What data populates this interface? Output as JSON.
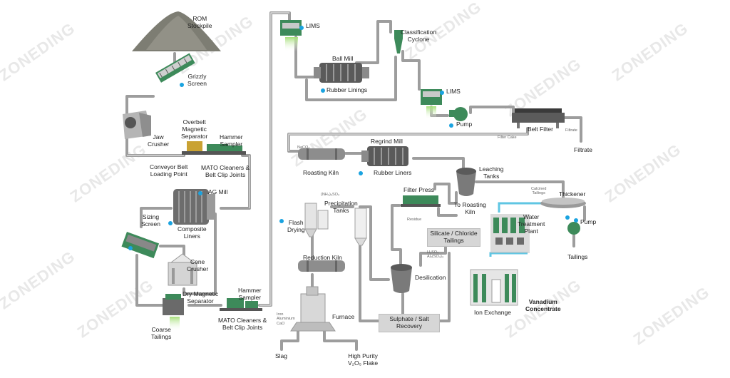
{
  "watermark": "ZONEDING",
  "labels": {
    "rom": "ROM\nStockpile",
    "grizzly": "Grizzly\nScreen",
    "jaw": "Jaw\nCrusher",
    "overbelt": "Overbelt\nMagnetic\nSeparator",
    "hammer1": "Hammer\nSampler",
    "conveyor": "Conveyor Belt\nLoading Point",
    "mato1": "MATO Cleaners &\nBelt Clip Joints",
    "agmill": "AG Mill",
    "composite": "Composite\nLiners",
    "sizing": "Sizing\nScreen",
    "cone": "Cone\nCrusher",
    "drymag": "Dry Magnetic\nSeparator",
    "coarse": "Coarse\nTailings",
    "hammer2": "Hammer\nSampler",
    "mato2": "MATO Cleaners &\nBelt Clip Joints",
    "lims1": "LIMS",
    "ballmill": "Ball Mill",
    "rubber1": "Rubber Linings",
    "cyclone": "Classification\nCyclone",
    "lims2": "LIMS",
    "pump1": "Pump",
    "beltfilter": "Belt Filter",
    "filtercake": "Filter Cake",
    "filtrate_small": "Filtrate",
    "filtrate": "Filtrate",
    "na2co3": "NaCO₃",
    "regrind": "Regrind Mill",
    "roasting": "Roasting Kiln",
    "rubber2": "Rubber Liners",
    "leaching": "Leaching\nTanks",
    "calcined": "Calcined\nTailings",
    "thickener": "Thickener",
    "filterpress": "Filter Press",
    "residue": "Residue",
    "toroasting": "To Roasting\nKiln",
    "watertreat": "Water\nTreatment\nPlant",
    "pump2": "Pump",
    "tailings": "Tailings",
    "nh4": "(NH₄)₂SO₄",
    "precip": "Precipitation\nTanks",
    "flash": "Flash\nDrying",
    "silicate": "Silicate / Chloride\nTailings",
    "h2so4": "H₂SO₄\nAl₂(SO₄)₃",
    "desil": "Desilication",
    "reduction": "Reduction Kiln",
    "ironalu": "Iron\nAluminium\nCaO",
    "furnace": "Furnace",
    "sulphate": "Sulphate / Salt\nRecovery",
    "ionex": "Ion Exchange",
    "vanadium": "Vanadium\nConcentrate",
    "slag": "Slag",
    "highpurity": "High Purity\nV₂O₅ Flake"
  },
  "colors": {
    "pipe": "#a9a9a9",
    "pipeEdge": "#8a8a8a",
    "equipGreen": "#3d8a5a",
    "equipDark": "#3f3f3f",
    "steel": "#b9b9b9",
    "dot": "#1aa3e0",
    "liquid": "#a6e07a"
  }
}
